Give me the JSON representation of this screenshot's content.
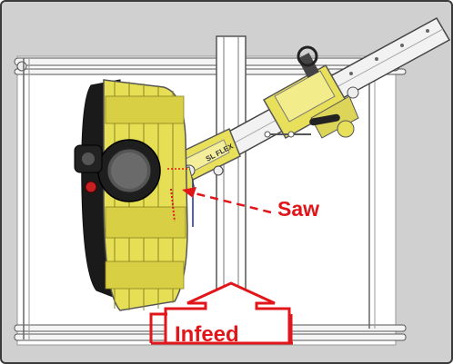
{
  "labels": {
    "saw": "Saw",
    "infeed": "Infeed",
    "head_plate": "SL FLEX"
  },
  "colors": {
    "annotation_red": "#e0161b",
    "machine_yellow": "#e8e05a",
    "frame_gray": "#d0d0d0",
    "bed_white": "#ffffff"
  }
}
